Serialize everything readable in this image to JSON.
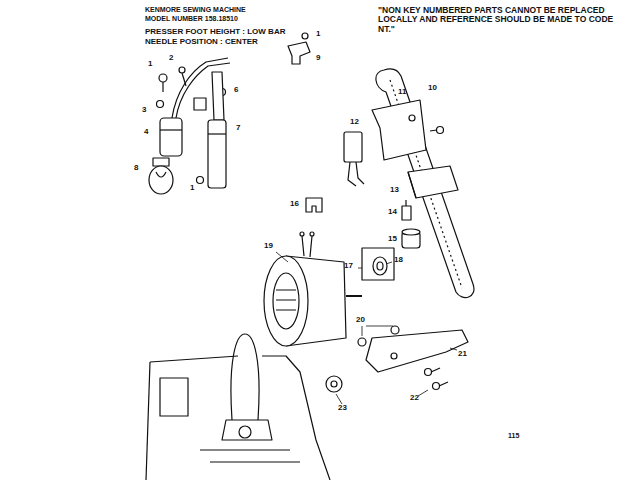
{
  "diagram": {
    "labels": [
      "KENMORE SEWING MACHINE",
      "MODEL NUMBER 158.18510",
      "PRESSER FOOT HEIGHT : LOW BAR",
      "NEEDLE POSITION : CENTER",
      "\"NON KEY NUMBERED PARTS CANNOT BE REPLACED LOCALLY AND REFERENCE SHOULD BE MADE TO CODE NT.\"",
      "1",
      "2",
      "1",
      "9",
      "6",
      "3",
      "4",
      "7",
      "8",
      "1",
      "10",
      "11",
      "12",
      "13",
      "14",
      "15",
      "16",
      "17",
      "18",
      "19",
      "20",
      "21",
      "22",
      "23",
      "115"
    ]
  }
}
